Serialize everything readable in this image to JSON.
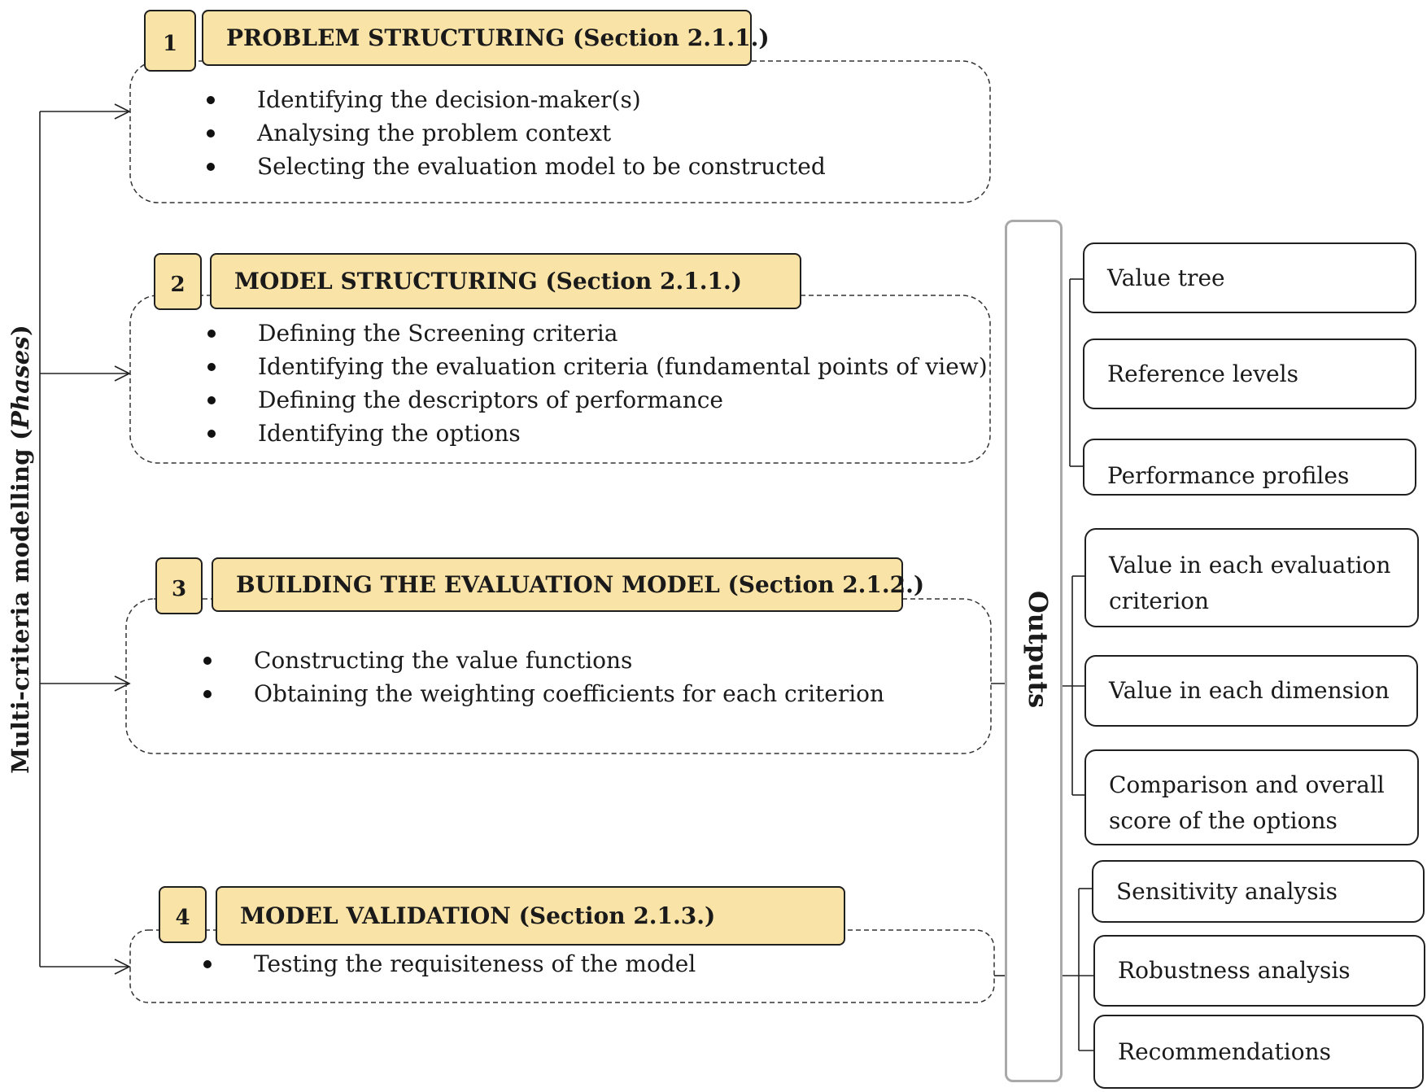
{
  "axis_label": {
    "main": "Multi-criteria modelling",
    "italic": "Phases",
    "open": "(",
    "close": ")"
  },
  "outputs_label": "Outputs",
  "phases": [
    {
      "number": "1",
      "title": "PROBLEM STRUCTURING (Section 2.1.1.)",
      "items": [
        "Identifying the decision-maker(s)",
        "Analysing the problem context",
        "Selecting the evaluation model to be constructed"
      ]
    },
    {
      "number": "2",
      "title": "MODEL STRUCTURING (Section 2.1.1.)",
      "items": [
        "Defining the Screening criteria",
        "Identifying the evaluation criteria (fundamental points of view)",
        "Defining the descriptors of performance",
        "Identifying the options"
      ]
    },
    {
      "number": "3",
      "title": "BUILDING THE EVALUATION MODEL (Section 2.1.2.)",
      "items": [
        "Constructing the value functions",
        "Obtaining the weighting coefficients for each criterion"
      ]
    },
    {
      "number": "4",
      "title": "MODEL VALIDATION (Section 2.1.3.)",
      "items": [
        "Testing the requisiteness of the model"
      ]
    }
  ],
  "outputs": [
    [
      "Value tree",
      "Reference levels",
      "Performance profiles"
    ],
    [
      "Value in each evaluation criterion",
      "Value in each dimension",
      "Comparison and overall score of the options"
    ],
    [
      "Sensitivity analysis",
      "Robustness analysis",
      "Recommendations"
    ]
  ],
  "colors": {
    "title_fill": "#fae3a6",
    "outputs_border": "#a9a9a9"
  }
}
